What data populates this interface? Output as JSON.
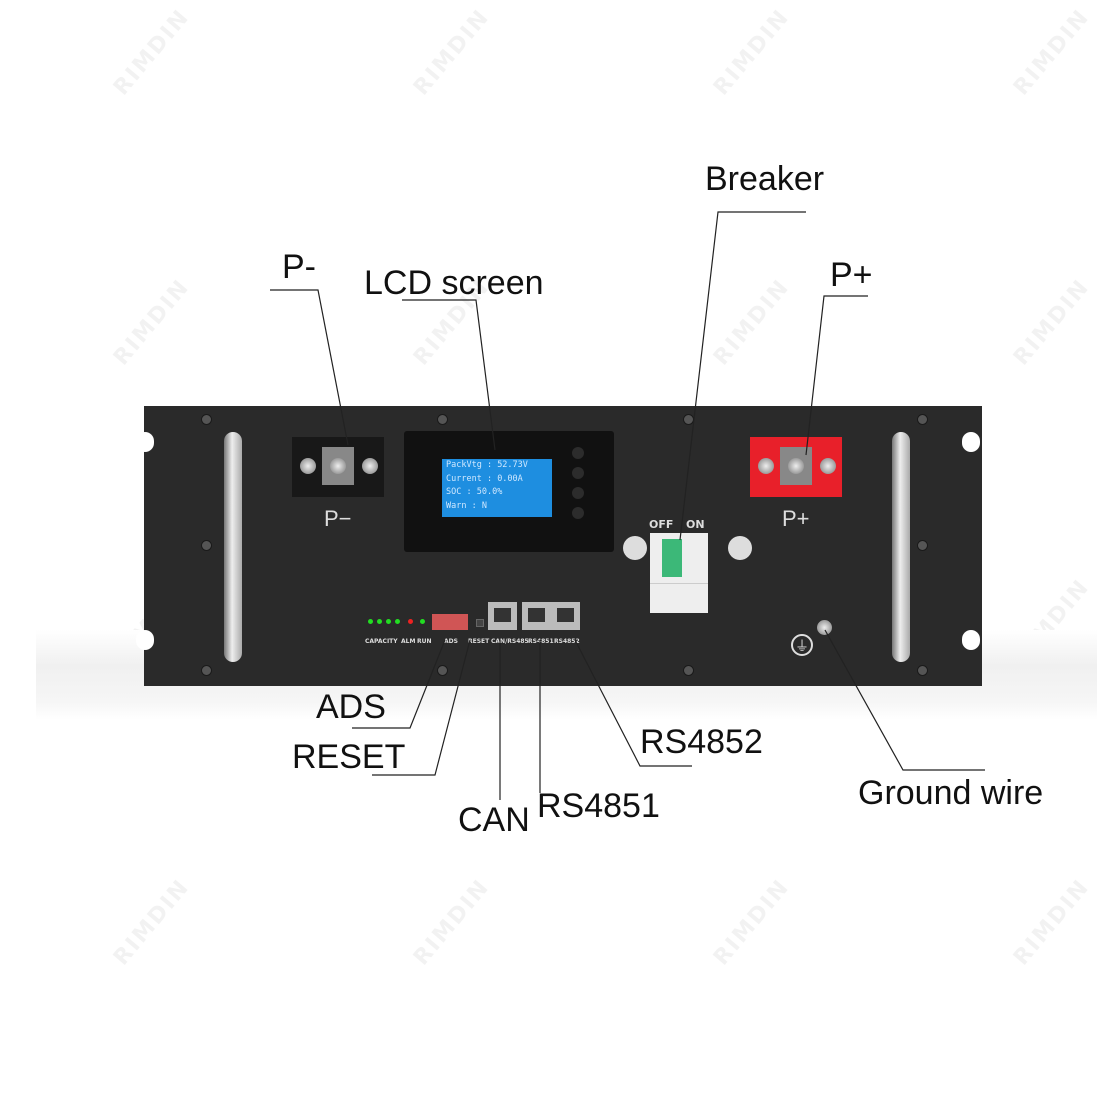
{
  "watermark": "RIMDIN",
  "labels": {
    "p_minus": "P-",
    "lcd_screen": "LCD screen",
    "breaker": "Breaker",
    "p_plus": "P+",
    "ads": "ADS",
    "reset": "RESET",
    "can": "CAN",
    "rs4851": "RS4851",
    "rs4852": "RS4852",
    "ground_wire": "Ground wire"
  },
  "panel_print": {
    "p_minus": "P−",
    "p_plus": "P+",
    "off": "OFF",
    "on": "ON",
    "capacity": "CAPACITY",
    "alm": "ALM",
    "run": "RUN",
    "ads": "ADS",
    "reset": "RESET",
    "can_rs485": "CAN/RS485",
    "rs4851": "RS4851",
    "rs4852": "RS4852"
  },
  "lcd": [
    {
      "key": "PackVtg",
      "value": "52.73V"
    },
    {
      "key": "Current",
      "value": "0.00A"
    },
    {
      "key": "SOC",
      "value": "50.0%"
    },
    {
      "key": "Warn",
      "value": "N"
    }
  ],
  "colors": {
    "panel": "#2a2a2a",
    "lcd": "#1e8ee0",
    "p_plus_terminal": "#e8202a",
    "breaker_lever": "#3cb878",
    "led_green": "#22dd22",
    "led_red": "#ee2222"
  }
}
